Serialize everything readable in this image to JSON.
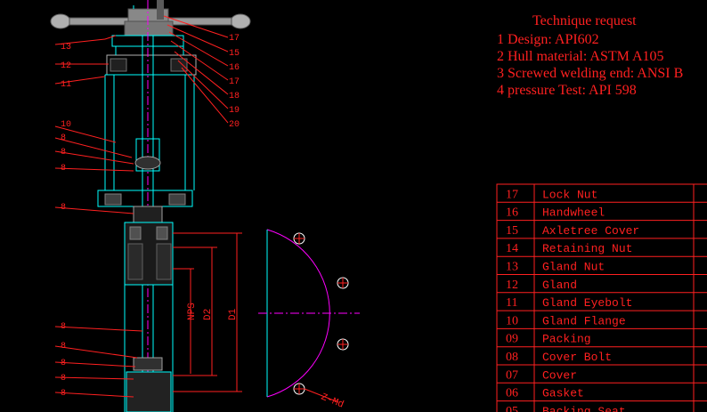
{
  "colors": {
    "background": "#000000",
    "outline": "#00ffff",
    "text_red": "#ff2020",
    "magenta": "#ff00ff",
    "blue": "#2040ff",
    "grey": "#909090",
    "white": "#ffffff"
  },
  "technique": {
    "title": "Technique request",
    "items": [
      "1 Design: API602",
      "2 Hull material: ASTM A105",
      "3 Screwed welding end: ANSI B",
      "4 pressure Test: API 598"
    ]
  },
  "parts_table": {
    "rows": [
      {
        "no": "17",
        "name": "Lock Nut"
      },
      {
        "no": "16",
        "name": "Handwheel"
      },
      {
        "no": "15",
        "name": "Axletree Cover"
      },
      {
        "no": "14",
        "name": "Retaining Nut"
      },
      {
        "no": "13",
        "name": "Gland Nut"
      },
      {
        "no": "12",
        "name": "Gland"
      },
      {
        "no": "11",
        "name": "Gland Eyebolt"
      },
      {
        "no": "10",
        "name": "Gland Flange"
      },
      {
        "no": "09",
        "name": "Packing"
      },
      {
        "no": "08",
        "name": "Cover Bolt"
      },
      {
        "no": "07",
        "name": "Cover"
      },
      {
        "no": "06",
        "name": "Gasket"
      },
      {
        "no": "05",
        "name": "Backing Seat"
      }
    ]
  },
  "callouts_left": [
    "13",
    "12",
    "11",
    "10",
    "8",
    "8",
    "8",
    "8",
    "8",
    "8",
    "8",
    "8",
    "8"
  ],
  "callouts_right": [
    "17",
    "15",
    "16",
    "17",
    "18",
    "19",
    "20"
  ],
  "dimensions": {
    "nps": "NPS",
    "d2": "D2",
    "d1": "D1",
    "bolts": "Z-Md"
  }
}
